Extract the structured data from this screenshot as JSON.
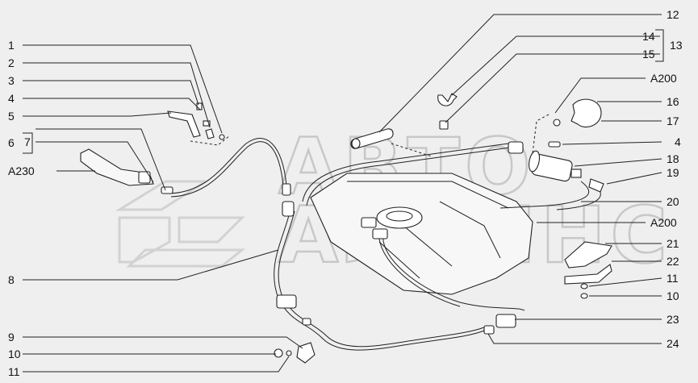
{
  "diagram": {
    "left_labels": [
      "1",
      "2",
      "3",
      "4",
      "5",
      "6",
      "7",
      "A230",
      "8",
      "9",
      "10",
      "11"
    ],
    "right_labels": [
      "12",
      "14",
      "13",
      "15",
      "A200",
      "16",
      "17",
      "4",
      "18",
      "19",
      "20",
      "A200",
      "21",
      "22",
      "11",
      "10",
      "23",
      "24"
    ],
    "watermark": {
      "line1": "АВТО",
      "line2": "АЛЬЯНС"
    }
  }
}
